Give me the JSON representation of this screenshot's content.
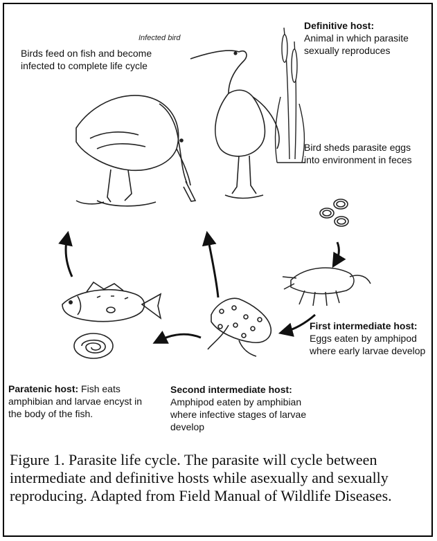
{
  "labels": {
    "infected_bird": "Infected bird",
    "birds_feed": "Birds feed on fish and become infected to complete life cycle",
    "definitive_title": "Definitive host:",
    "definitive_body": "Animal in which parasite sexually reproduces",
    "sheds": "Bird sheds parasite eggs into environment in feces",
    "first_title": "First intermediate host:",
    "first_body": "Eggs eaten by amphipod where early larvae develop",
    "second_title": "Second intermediate host:",
    "second_body": "Amphipod eaten by amphibian where infective stages of larvae develop",
    "paratenic_title": "Paratenic host:",
    "paratenic_body": "Fish eats amphibian and larvae encyst in the body of the fish."
  },
  "caption": "Figure 1. Parasite life cycle. The parasite will cycle between intermediate and definitive hosts while asexually and sexually reproducing. Adapted from Field Manual of Wildlife Diseases."
}
